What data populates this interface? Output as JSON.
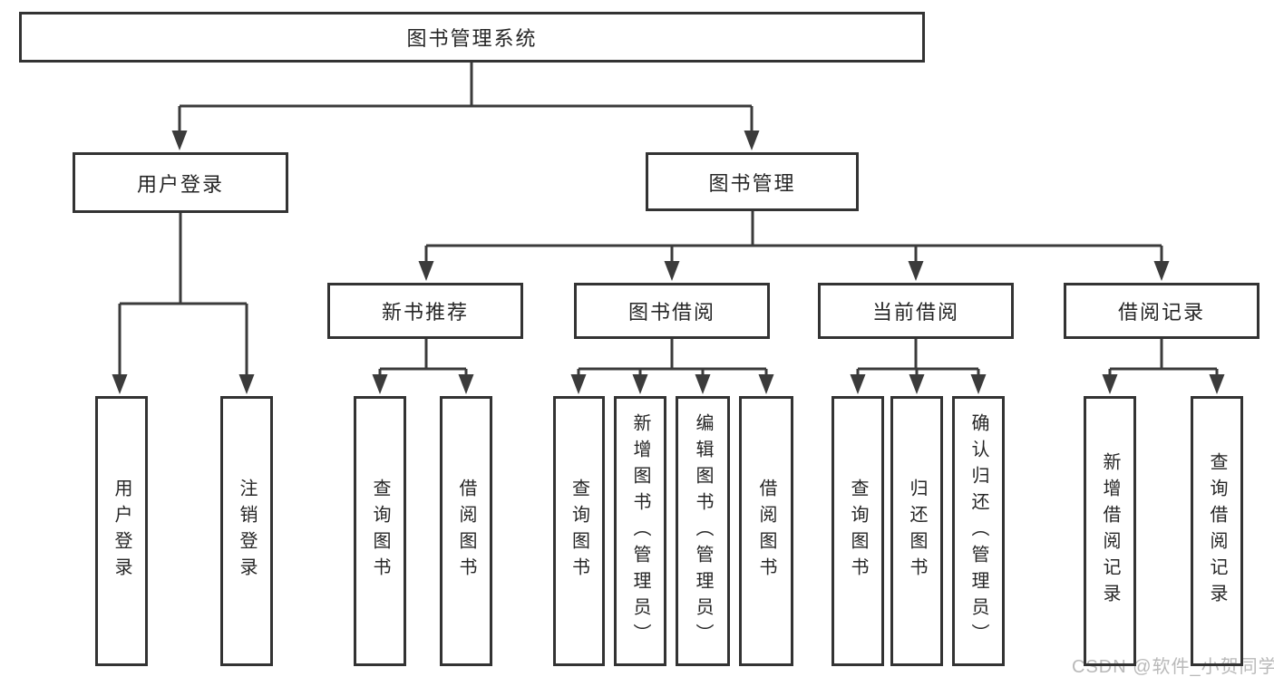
{
  "diagram": {
    "root": {
      "label": "图书管理系统"
    },
    "level2": [
      {
        "label": "用户登录"
      },
      {
        "label": "图书管理"
      }
    ],
    "level3": [
      {
        "label": "新书推荐"
      },
      {
        "label": "图书借阅"
      },
      {
        "label": "当前借阅"
      },
      {
        "label": "借阅记录"
      }
    ],
    "leaves": {
      "user_login": [
        "用户登录",
        "注销登录"
      ],
      "new_book": [
        "查询图书",
        "借阅图书"
      ],
      "book_borrow": [
        "查询图书",
        "新增图书（管理员）",
        "编辑图书（管理员）",
        "借阅图书"
      ],
      "current_borrow": [
        "查询图书",
        "归还图书",
        "确认归还（管理员）"
      ],
      "borrow_record": [
        "新增借阅记录",
        "查询借阅记录"
      ]
    },
    "colors": {
      "line": "#3b3b3b",
      "box_border": "#333333",
      "text": "#262626",
      "watermark": "#b9b9b9",
      "background": "#ffffff"
    }
  },
  "watermark": {
    "text": "CSDN @软件_小贺同学"
  }
}
